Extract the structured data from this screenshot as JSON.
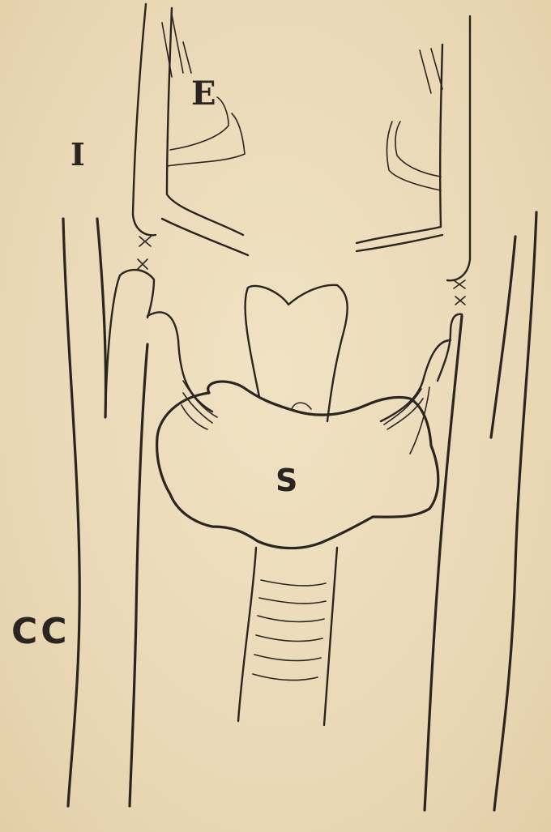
{
  "labels": {
    "e": "E",
    "i": "I",
    "s": "S",
    "cc": "CC"
  },
  "colors": {
    "paper": "#ecdcbc",
    "ink": "#2a2520"
  }
}
